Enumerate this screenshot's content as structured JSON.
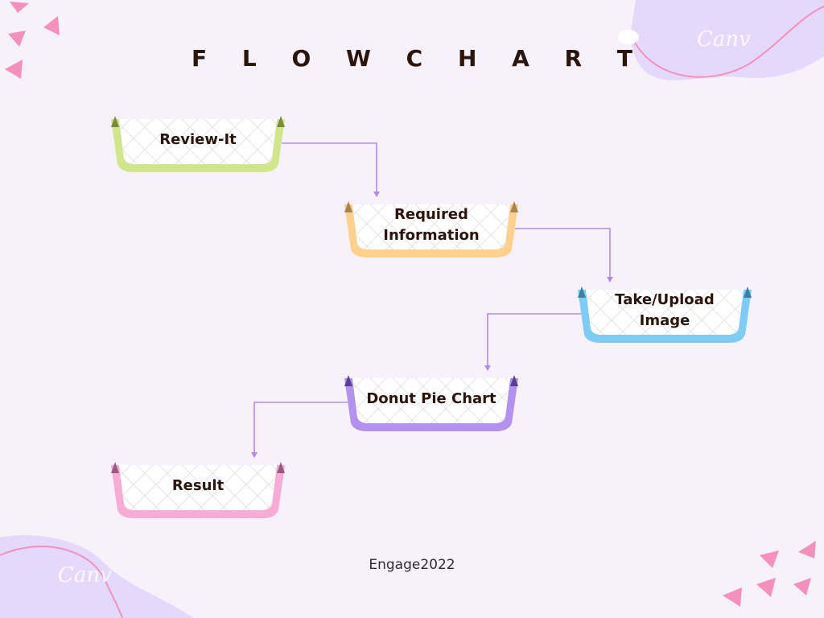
{
  "title": "F L O W C H A R T",
  "footer": "Engage2022",
  "watermark": "Canv",
  "colors": {
    "background": "#f7f1fb",
    "title": "#2a140c",
    "connector": "#b48be6",
    "decor_pink": "#f590bd",
    "blob_lavender": "#e4d8fb"
  },
  "nodes": [
    {
      "id": "review-it",
      "lines": [
        "Review-It"
      ],
      "color": "#d1e68c",
      "tip": "#7d8a3a"
    },
    {
      "id": "required-information",
      "lines": [
        "Required",
        "Information"
      ],
      "color": "#ffd08e",
      "tip": "#a88452"
    },
    {
      "id": "take-upload-image",
      "lines": [
        "Take/Upload",
        "Image"
      ],
      "color": "#7ecbf5",
      "tip": "#3e7fa6"
    },
    {
      "id": "donut-pie-chart",
      "lines": [
        "Donut Pie Chart"
      ],
      "color": "#b391ee",
      "tip": "#5c3f95"
    },
    {
      "id": "result",
      "lines": [
        "Result"
      ],
      "color": "#f7acd6",
      "tip": "#9a5a7e"
    }
  ],
  "edges": [
    {
      "from": "review-it",
      "to": "required-information"
    },
    {
      "from": "required-information",
      "to": "take-upload-image"
    },
    {
      "from": "take-upload-image",
      "to": "donut-pie-chart"
    },
    {
      "from": "donut-pie-chart",
      "to": "result"
    }
  ]
}
